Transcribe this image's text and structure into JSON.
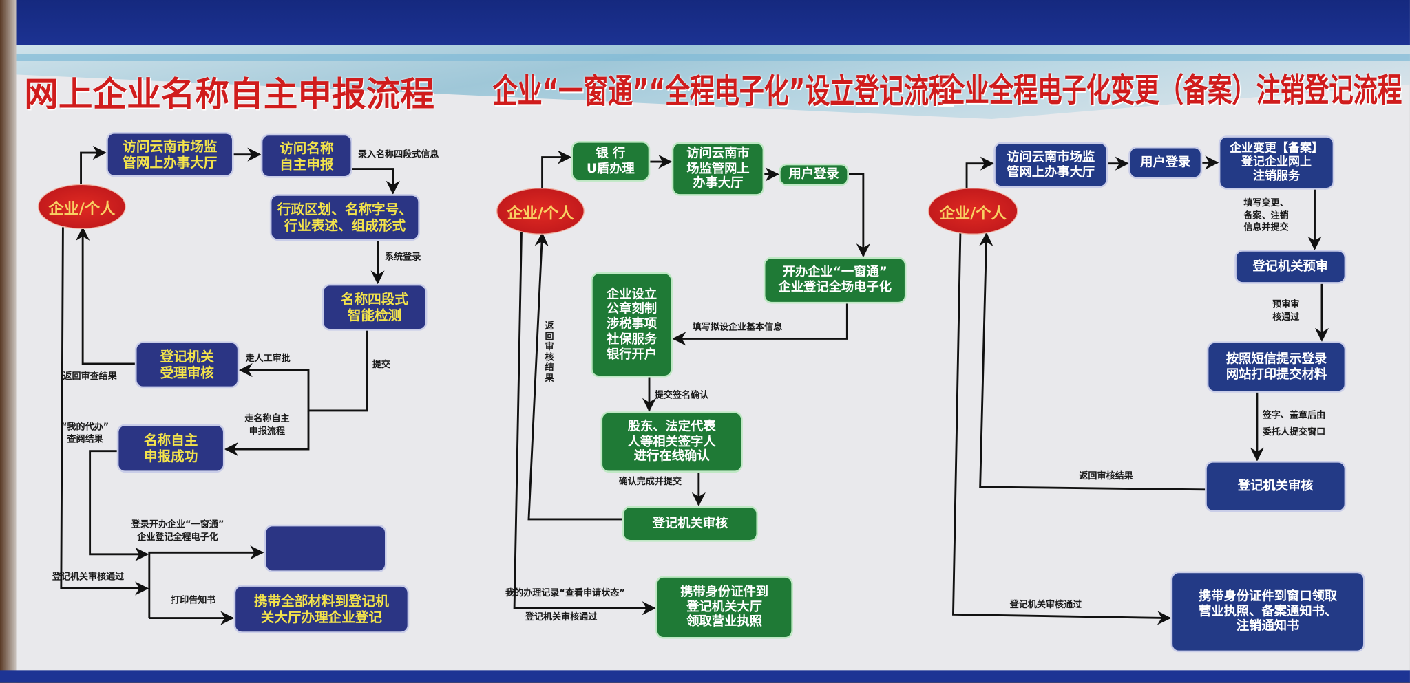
{
  "titles": [
    "网上企业名称自主申报流程",
    "企业“一窗通”“全程电子化”设立登记流程",
    "企业全程电子化变更（备案）注销登记流程"
  ],
  "colors": {
    "title": "#d01c1c",
    "navy": "#2b3584",
    "green": "#1f7a36",
    "ellipse": "#d42020",
    "yellow_text": "#f3e34b"
  },
  "panel1": {
    "start": "企业/个人",
    "boxes": [
      "访问云南市场监\n管网上办事大厅",
      "访问名称\n自主申报",
      "行政区划、名称字号、\n行业表述、组成形式",
      "名称四段式\n智能检测",
      "登记机关\n受理审核",
      "名称自主\n申报成功",
      "",
      "携带全部材料到登记机\n关大厅办理企业登记"
    ],
    "labels": [
      "录入名称四段式信息",
      "系统登录",
      "提交",
      "走人工审批",
      "返回审查结果",
      "走名称自主\n申报流程",
      "“我的代办”\n查阅结果",
      "登录开办企业“一窗通”\n企业登记全程电子化",
      "登记机关审核通过",
      "打印告知书"
    ]
  },
  "panel2": {
    "start": "企业/个人",
    "boxes": [
      "银 行\nU盾办理",
      "访问云南市\n场监管网上\n办事大厅",
      "用户登录",
      "开办企业“一窗通”\n企业登记全场电子化",
      "企业设立\n公章刻制\n涉税事项\n社保服务\n银行开户",
      "股东、法定代表\n人等相关签字人\n进行在线确认",
      "登记机关审核",
      "携带身份证件到\n登记机关大厅\n领取营业执照"
    ],
    "labels": [
      "填写拟设企业基本信息",
      "返\n回\n审\n核\n结\n果",
      "提交签名确认",
      "确认完成并提交",
      "我的办理记录“查看申请状态”",
      "登记机关审核通过"
    ]
  },
  "panel3": {
    "start": "企业/个人",
    "boxes": [
      "访问云南市场监\n管网上办事大厅",
      "用户登录",
      "企业变更【备案】\n登记企业网上\n注销服务",
      "登记机关预审",
      "按照短信提示登录\n网站打印提交材料",
      "登记机关审核",
      "携带身份证件到窗口领取\n营业执照、备案通知书、\n注销通知书"
    ],
    "labels": [
      "填写变更、\n备案、注销\n信息并提交",
      "预审审\n核通过",
      "签字、盖章后由\n委托人提交窗口",
      "返回审核结果",
      "登记机关审核通过"
    ]
  }
}
